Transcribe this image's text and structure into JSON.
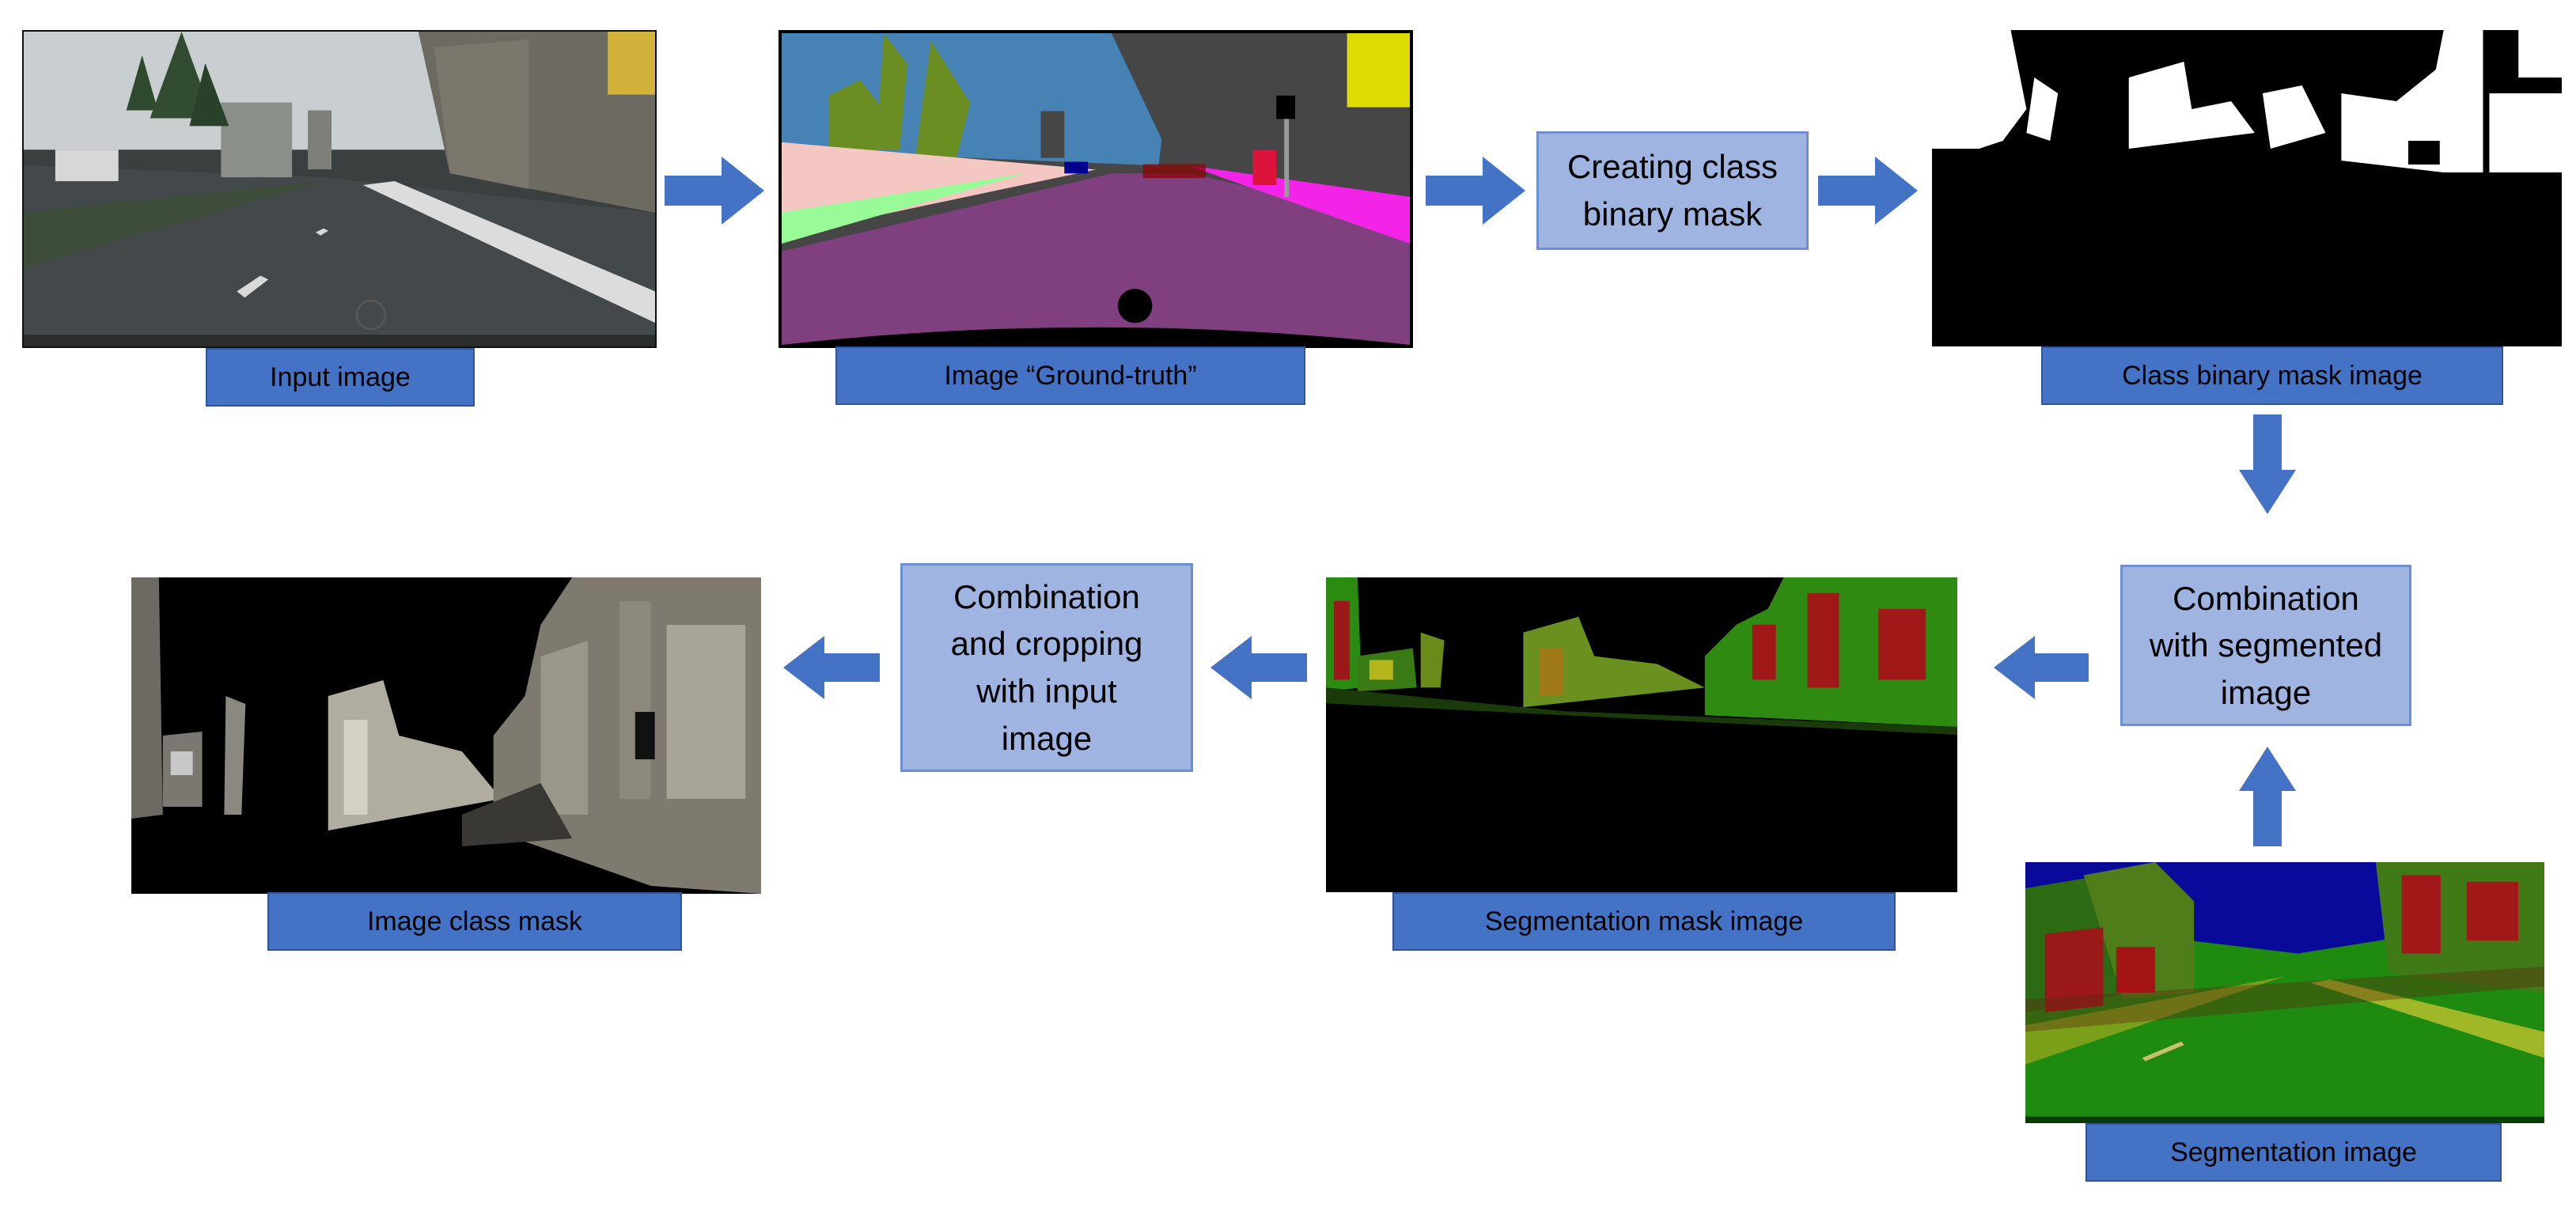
{
  "colors": {
    "arrow": "#4472c4",
    "caption_bg": "#4472c4",
    "step_bg": "#9fb4e0",
    "step_border": "#6d8fd1"
  },
  "images": {
    "input": {
      "caption": "Input image"
    },
    "ground_truth": {
      "caption": "Image “Ground-truth”"
    },
    "binary_mask": {
      "caption": "Class binary mask image"
    },
    "segmentation": {
      "caption": "Segmentation image"
    },
    "segmentation_mask": {
      "caption": "Segmentation mask image"
    },
    "class_mask": {
      "caption": "Image class mask"
    }
  },
  "steps": {
    "creating_mask": [
      "Creating class",
      "binary mask"
    ],
    "combination_segmented": [
      "Combination",
      "with segmented",
      "image"
    ],
    "combination_cropping": [
      "Combination",
      "and cropping",
      "with input",
      "image"
    ]
  },
  "arrows": [
    {
      "from": "input",
      "to": "ground_truth",
      "direction": "right",
      "icon": "arrow-right-icon"
    },
    {
      "from": "ground_truth",
      "to": "creating_mask",
      "direction": "right",
      "icon": "arrow-right-icon"
    },
    {
      "from": "creating_mask",
      "to": "binary_mask",
      "direction": "right",
      "icon": "arrow-right-icon"
    },
    {
      "from": "binary_mask",
      "to": "combination_segmented",
      "direction": "down",
      "icon": "arrow-down-icon"
    },
    {
      "from": "segmentation",
      "to": "combination_segmented",
      "direction": "up",
      "icon": "arrow-up-icon"
    },
    {
      "from": "combination_segmented",
      "to": "segmentation_mask",
      "direction": "left",
      "icon": "arrow-left-icon"
    },
    {
      "from": "segmentation_mask",
      "to": "combination_cropping",
      "direction": "left",
      "icon": "arrow-left-icon"
    },
    {
      "from": "combination_cropping",
      "to": "class_mask",
      "direction": "left",
      "icon": "arrow-left-icon"
    }
  ]
}
